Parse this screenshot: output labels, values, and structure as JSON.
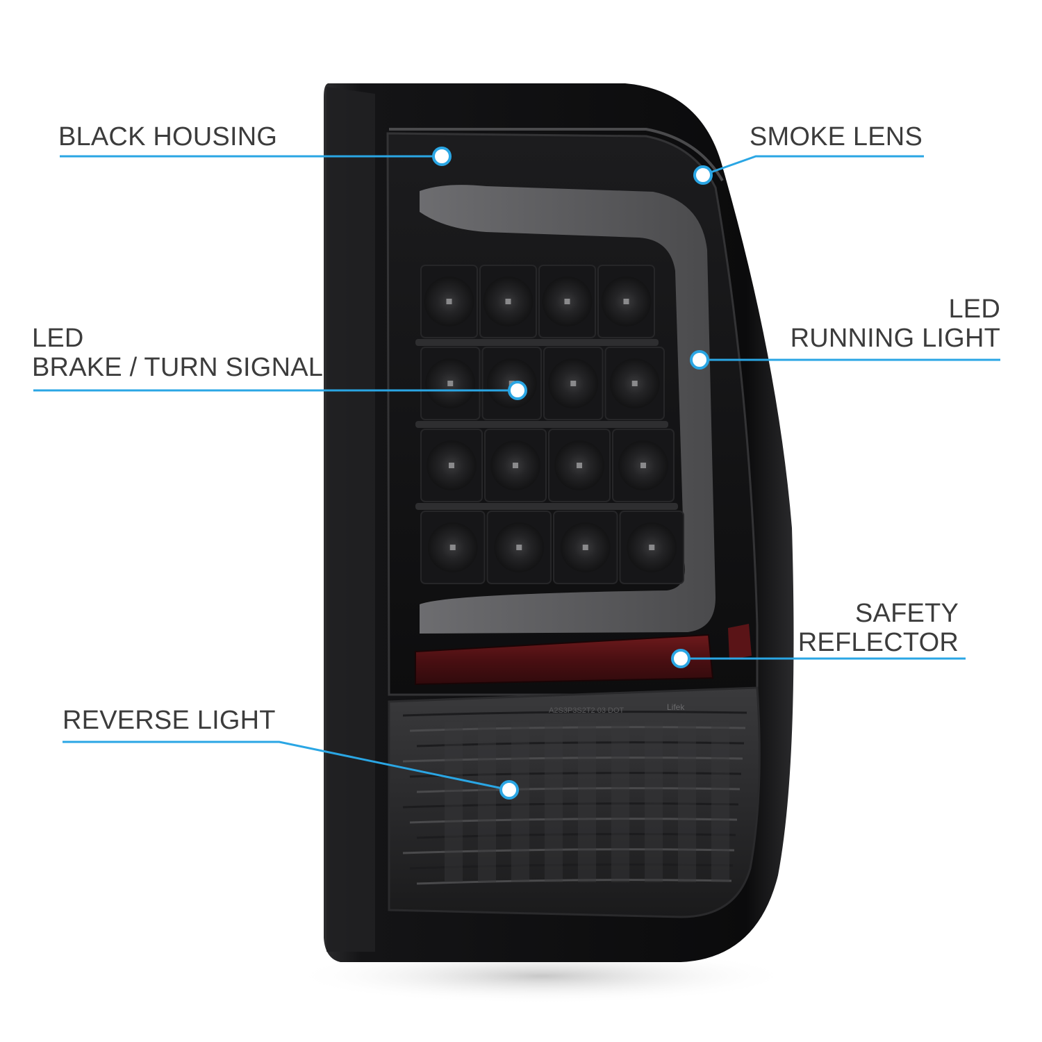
{
  "accent_color": "#2aa6e4",
  "labels": {
    "black_housing": "BLACK HOUSING",
    "smoke_lens": "SMOKE LENS",
    "led_running_light": {
      "line1": "LED",
      "line2": "RUNNING LIGHT"
    },
    "led_brake_turn": {
      "line1": "LED",
      "line2": "BRAKE / TURN SIGNAL"
    },
    "safety_reflector": {
      "line1": "SAFETY",
      "line2": "REFLECTOR"
    },
    "reverse_light": "REVERSE LIGHT"
  },
  "lens_markings": {
    "brand": "Lifek",
    "code": "A2S3P3S2T2 03 DOT"
  }
}
